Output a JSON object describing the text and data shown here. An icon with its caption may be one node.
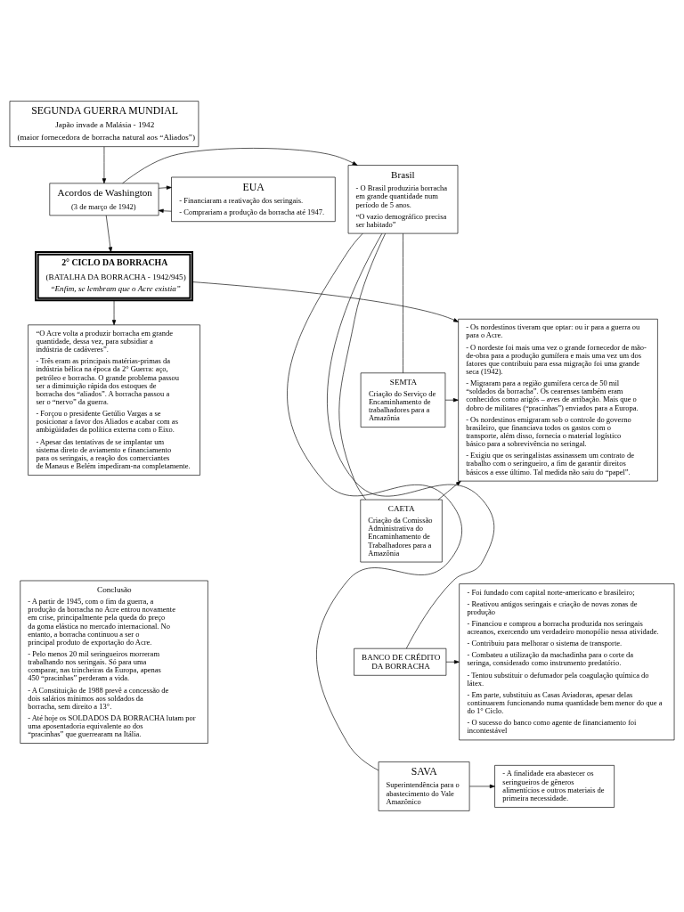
{
  "diagram": {
    "nodes": [
      {
        "text": [
          "SEGUNDA GUERRA MUNDIAL",
          "Japão invade a Malásia - 1942",
          "(maior fornecedora de borracha natural aos “Aliados”)"
        ]
      },
      {
        "text": [
          "EUA",
          "- Financiaram a reativação dos seringais.",
          "- Comprariam a produção da borracha até 1947."
        ]
      },
      {
        "text": [
          "Acordos de Washington",
          "(3 de março de 1942)"
        ]
      },
      {
        "text": [
          "Brasil",
          "- O Brasil produziria borracha em grande quantidade num período de 5 anos.",
          "“O vazio demográfico precisa ser habitado”"
        ]
      },
      {
        "text": [
          "2° CICLO DA BORRACHA",
          "(BATALHA DA BORRACHA - 1942/945)",
          "“Enfim, se lembram que o Acre existia”"
        ]
      },
      {
        "text": [
          "“O Acre volta a produzir borracha em grande quantidade, dessa vez, para subsidiar a indústria de cadáveres”.",
          "- Três eram as principais matérias-primas da indústria bélica na época da 2° Guerra: aço, petróleo e borracha. O grande problema passou ser a diminuição rápida dos estoques de borracha dos “aliados”. A borracha passou a ser o “nervo” da guerra.",
          "- Forçou o presidente Getúlio Vargas a se posicionar a favor dos Aliados e acabar com as ambigüidades da política externa com o Eixo.",
          "- Apesar das tentativas de se implantar um sistema direto de aviamento e financiamento para os seringais, a reação dos comerciantes de Manaus e Belém impediram-na completamente."
        ]
      },
      {
        "text": [
          "- Os nordestinos tiveram que optar: ou ir para a guerra ou para o Acre.",
          "- O nordeste foi mais uma vez o grande fornecedor de mão-de-obra para a produção gumífera e mais uma vez um dos fatores que contribuiu para essa migração foi uma grande seca (1942).",
          "- Migraram para a região gumífera cerca de 50 mil “soldados da borracha”. Os cearenses também eram conhecidos como arigós – aves de arribação. Mais que o dobro de militares (“pracinhas”) enviados para a Europa.",
          "- Os nordestinos emigraram sob o controle do governo brasileiro, que financiava todos os gastos com o transporte, além disso, fornecia o material logístico básico para a sobrevivência no seringal.",
          "- Exigiu que os seringalistas assinassem um contrato de trabalho com o seringueiro, a fim de garantir direitos básicos a esse último. Tal medida não saiu do “papel”."
        ]
      },
      {
        "text": [
          "SEMTA",
          "Criação do Serviço de Encaminhamento de trabalhadores para a Amazônia"
        ]
      },
      {
        "text": [
          "CAETA",
          "Criação da Comissão Administrativa do Encaminhamento de Trabalhadores para a Amazônia"
        ]
      },
      {
        "text": [
          "Conclusão",
          "- A partir de 1945, com o fim da guerra, a produção da borracha no Acre entrou novamente em crise, principalmente pela queda do preço da goma elástica no mercado internacional. No entanto, a borracha continuou a ser o principal produto de exportação do Acre.",
          "- Pelo menos 20 mil seringueiros morreram trabalhando nos seringais. Só para uma comparar, nas trincheiras da Europa, apenas 450 “pracinhas” perderam a vida.",
          "- A Constituição de 1988 prevê a concessão de dois salários mínimos aos soldados da borracha, sem direito a 13°.",
          "- Até hoje os SOLDADOS DA BORRACHA lutam por uma aposentadoria equivalente ao dos “pracinhas” que guerrearam na Itália."
        ]
      },
      {
        "text": [
          "- Foi fundado com capital norte-americano e brasileiro;",
          "- Reativou antigos seringais e criação de novas zonas de produção",
          "- Financiou e comprou a borracha produzida nos seringais acreanos, exercendo um verdadeiro monopólio nessa atividade.",
          "- Contribuiu para melhorar o sistema de transporte.",
          "- Combateu a utilização da machadinha para o corte da seringa, considerado como instrumento predatório.",
          "- Tentou substituir o defumador pela coagulação química do látex.",
          "- Em parte, substituiu as Casas Aviadoras, apesar delas continuarem funcionando numa quantidade bem menor do que a do 1° Ciclo.",
          "- O sucesso do banco como agente de financiamento foi incontestável"
        ]
      },
      {
        "text": [
          "BANCO DE CRÉDITO DA BORRACHA"
        ]
      },
      {
        "text": [
          "- A finalidade era abastecer os seringueiros de gêneros alimentícios e outros materiais de primeira necessidade."
        ]
      },
      {
        "text": [
          "SAVA",
          "Superintendência para o abastecimento do Vale Amazônico"
        ]
      }
    ],
    "edges": [
      {
        "from": 0,
        "to": 2,
        "arrow": "to"
      },
      {
        "from": 1,
        "to": 2,
        "arrow": "to"
      },
      {
        "from": 2,
        "to": 1,
        "arrow": "to"
      },
      {
        "from": 2,
        "to": 3,
        "arrow": "to"
      },
      {
        "from": 2,
        "to": 4,
        "arrow": "to"
      },
      {
        "from": 4,
        "to": 5,
        "arrow": "to"
      },
      {
        "from": 4,
        "to": 6,
        "arrow": "to"
      },
      {
        "from": 3,
        "to": 7,
        "arrow": "none"
      },
      {
        "from": 3,
        "to": 8,
        "arrow": "none"
      },
      {
        "from": 3,
        "to": 11,
        "arrow": "none"
      },
      {
        "from": 3,
        "to": 13,
        "arrow": "none"
      },
      {
        "from": 7,
        "to": 6,
        "arrow": "to"
      },
      {
        "from": 8,
        "to": 6,
        "arrow": "to"
      },
      {
        "from": 11,
        "to": 10,
        "arrow": "to"
      },
      {
        "from": 13,
        "to": 12,
        "arrow": "to"
      }
    ]
  }
}
